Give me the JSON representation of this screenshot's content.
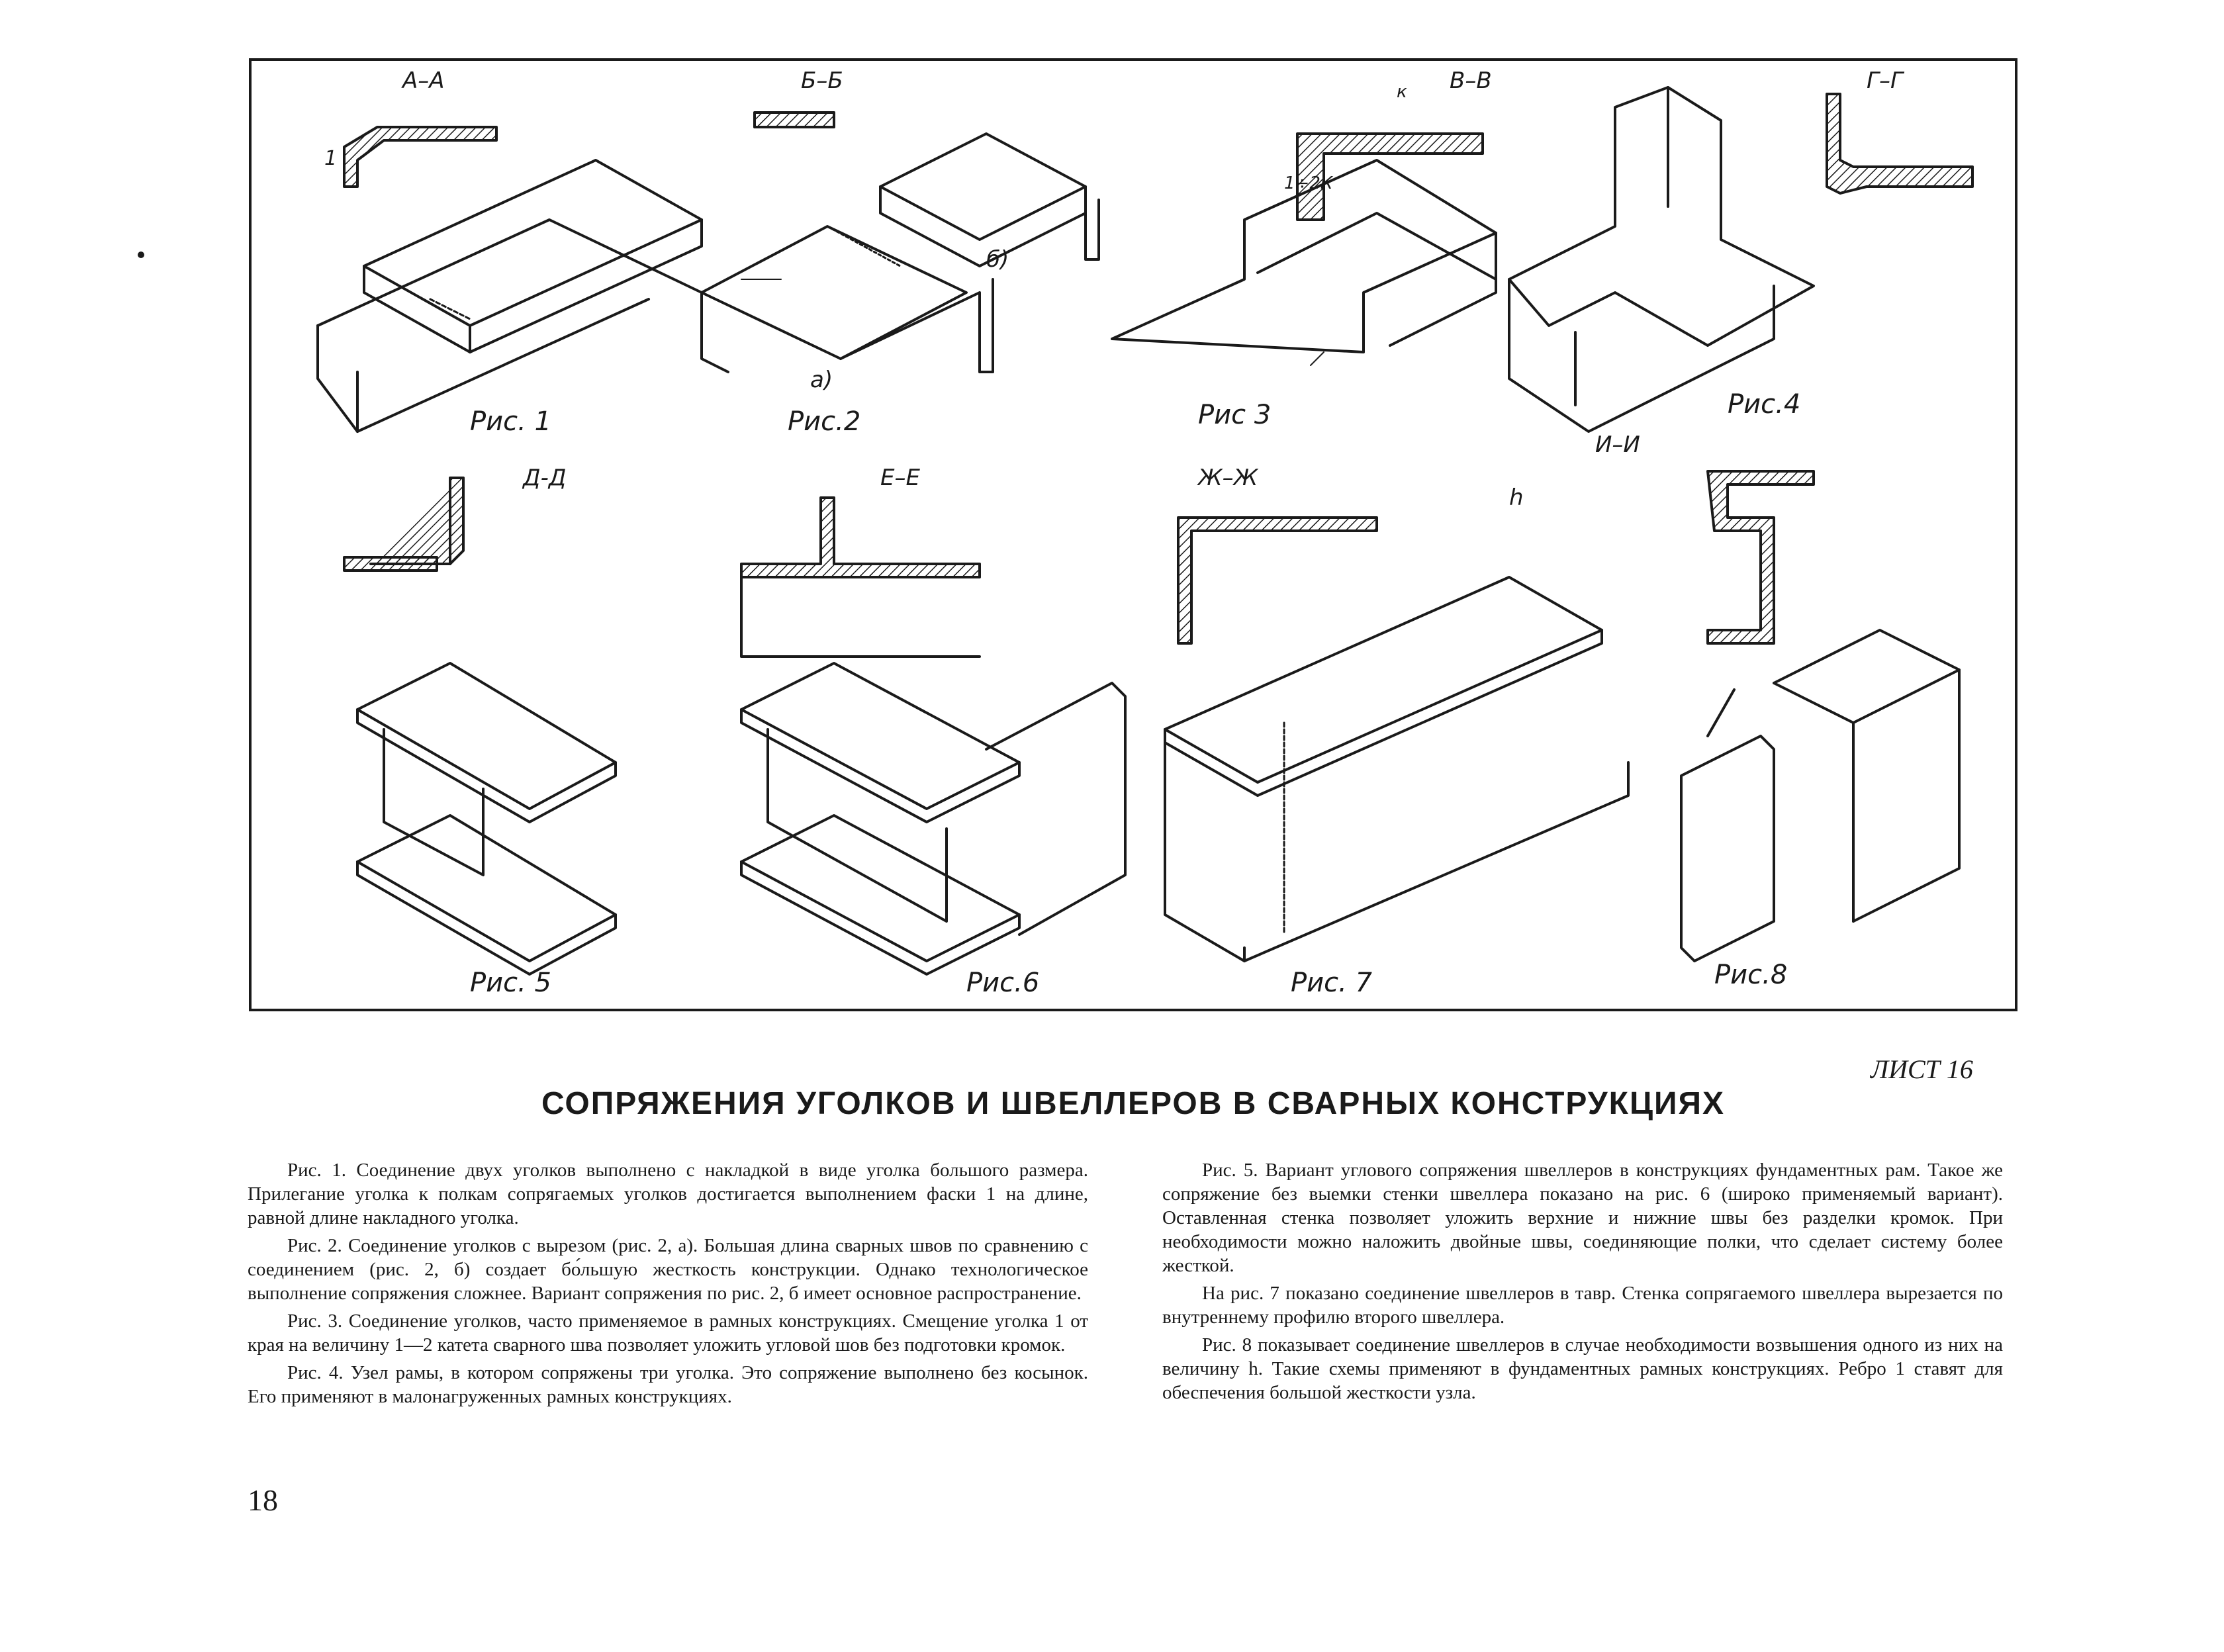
{
  "sheet_label": "ЛИСТ 16",
  "title": "СОПРЯЖЕНИЯ УГОЛКОВ И ШВЕЛЛЕРОВ В СВАРНЫХ КОНСТРУКЦИЯХ",
  "page_number": "18",
  "figures": {
    "fig1": "Рис. 1",
    "fig2": "Рис.2",
    "fig3": "Рис 3",
    "fig4": "Рис.4",
    "fig5": "Рис. 5",
    "fig6": "Рис.6",
    "fig7": "Рис. 7",
    "fig8": "Рис.8"
  },
  "sections": {
    "aa": "А–А",
    "bb": "Б–Б",
    "vv": "В–В",
    "gg": "Г–Г",
    "dd": "Д-Д",
    "ee": "Е–Е",
    "zhzh": "Ж–Ж",
    "ii": "И–И",
    "a": "а)",
    "b": "б)",
    "k": "к",
    "k12": "1÷2К",
    "h": "h",
    "one": "1"
  },
  "paragraphs_left": [
    "Рис. 1. Соединение двух уголков выполнено с накладкой в виде уголка большого размера. Прилегание уголка к полкам сопрягаемых уголков достигается выполнением фаски 1 на длине, равной длине накладного уголка.",
    "Рис. 2. Соединение уголков с вырезом (рис. 2, а). Большая длина сварных швов по сравнению с соединением (рис. 2, б) создает бо́льшую жесткость конструкции. Однако технологическое выполнение сопряжения сложнее. Вариант сопряжения по рис. 2, б имеет основное распространение.",
    "Рис. 3. Соединение уголков, часто применяемое в рамных конструкциях. Смещение уголка 1 от края на величину 1—2 катета сварного шва позволяет уложить угловой шов без подготовки кромок.",
    "Рис. 4. Узел рамы, в котором сопряжены три уголка. Это сопряжение выполнено без косынок. Его применяют в малонагруженных рамных конструкциях."
  ],
  "paragraphs_right": [
    "Рис. 5. Вариант углового сопряжения швеллеров в конструкциях фундаментных рам. Такое же сопряжение без выемки стенки швеллера показано на рис. 6 (широко применяемый вариант). Оставленная стенка позволяет уложить верхние и нижние швы без разделки кромок. При необходимости можно наложить двойные швы, соединяющие полки, что сделает систему более жесткой.",
    "На рис. 7 показано соединение швеллеров в тавр. Стенка сопрягаемого швеллера вырезается по внутреннему профилю второго швеллера.",
    "Рис. 8 показывает соединение швеллеров в случае необходимости возвышения одного из них на величину h. Такие схемы применяют в фундаментных рамных конструкциях. Ребро 1 ставят для обеспечения большой жесткости узла."
  ]
}
